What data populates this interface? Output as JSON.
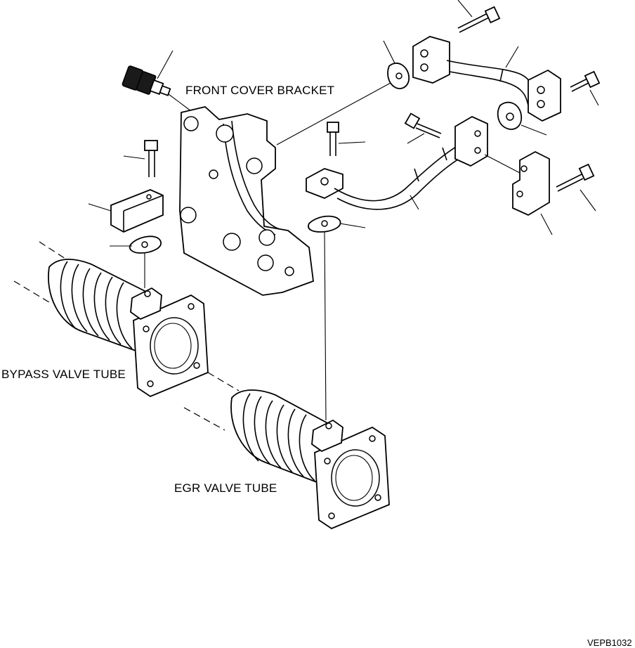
{
  "labels": {
    "front_cover_bracket": "FRONT COVER BRACKET",
    "bypass_valve_tube": "BYPASS VALVE TUBE",
    "egr_valve_tube": "EGR VALVE TUBE",
    "drawing_code": "VEPB1032"
  },
  "colors": {
    "line": "#000000",
    "background": "#ffffff",
    "fill_dark": "#1a1a1a",
    "fill_grey": "#bdbdbd"
  }
}
